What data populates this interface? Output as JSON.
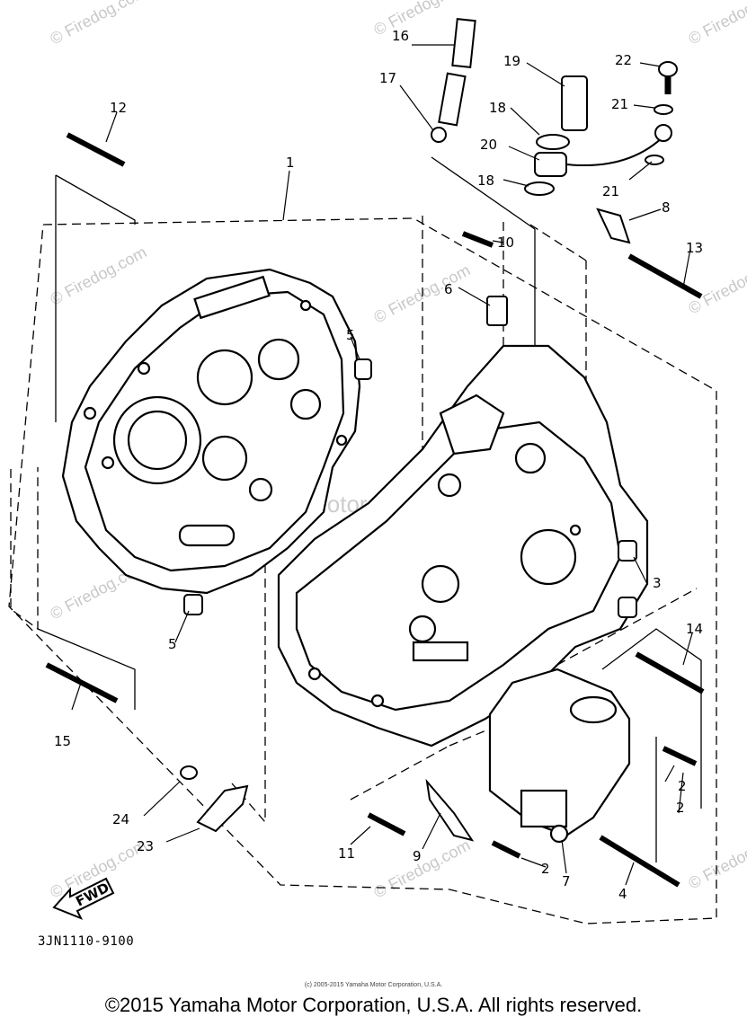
{
  "callouts": [
    "1",
    "2",
    "2",
    "2",
    "3",
    "4",
    "5",
    "5",
    "6",
    "8",
    "9",
    "10",
    "11",
    "12",
    "13",
    "14",
    "15",
    "16",
    "17",
    "18",
    "18",
    "19",
    "20",
    "21",
    "21",
    "22",
    "23",
    "24",
    "7"
  ],
  "watermark": "© Firedog.com",
  "watermark_center": "Yamaha Motor Corp. U.S.A.",
  "fwd_label": "FWD",
  "catalog_code": "3JN1110-9100",
  "small_copyright": "(c) 2005-2015 Yamaha Motor Corporation, U.S.A.",
  "footer": "©2015 Yamaha Motor Corporation, U.S.A. All rights reserved."
}
